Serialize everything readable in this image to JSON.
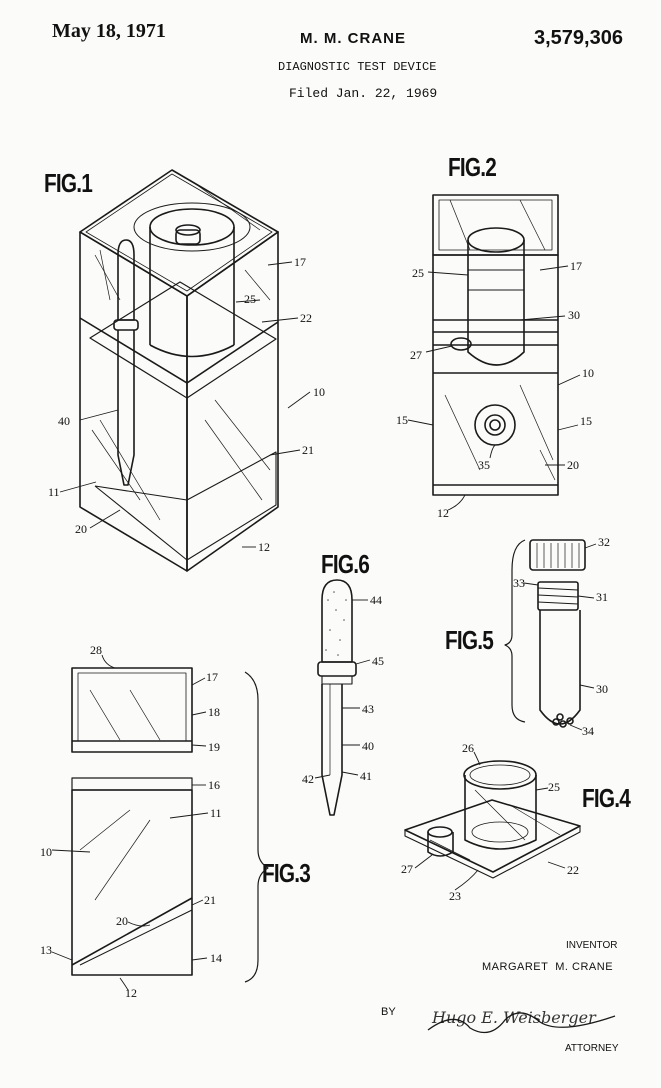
{
  "header": {
    "date": "May 18, 1971",
    "inventor_name": "M. M. CRANE",
    "patent_number": "3,579,306",
    "title": "DIAGNOSTIC TEST DEVICE",
    "filed": "Filed Jan. 22, 1969"
  },
  "figures": {
    "fig1": "FIG.1",
    "fig2": "FIG.2",
    "fig3": "FIG.3",
    "fig4": "FIG.4",
    "fig5": "FIG.5",
    "fig6": "FIG.6"
  },
  "refs": {
    "fig1": [
      "17",
      "25",
      "22",
      "10",
      "40",
      "21",
      "11",
      "20",
      "12"
    ],
    "fig2": [
      "25",
      "17",
      "30",
      "27",
      "10",
      "15",
      "15",
      "35",
      "20",
      "12"
    ],
    "fig3": [
      "28",
      "17",
      "18",
      "19",
      "16",
      "11",
      "10",
      "21",
      "20",
      "13",
      "14",
      "12"
    ],
    "fig4": [
      "26",
      "25",
      "27",
      "22",
      "23"
    ],
    "fig5": [
      "32",
      "33",
      "31",
      "30",
      "34"
    ],
    "fig6": [
      "44",
      "45",
      "43",
      "40",
      "42",
      "41"
    ]
  },
  "signature": {
    "inventor_caption": "INVENTOR",
    "inventor_full_name": "MARGARET  M. CRANE",
    "by": "BY",
    "attorney_signature": "Hugo E. Weisberger",
    "attorney_caption": "ATTORNEY"
  }
}
